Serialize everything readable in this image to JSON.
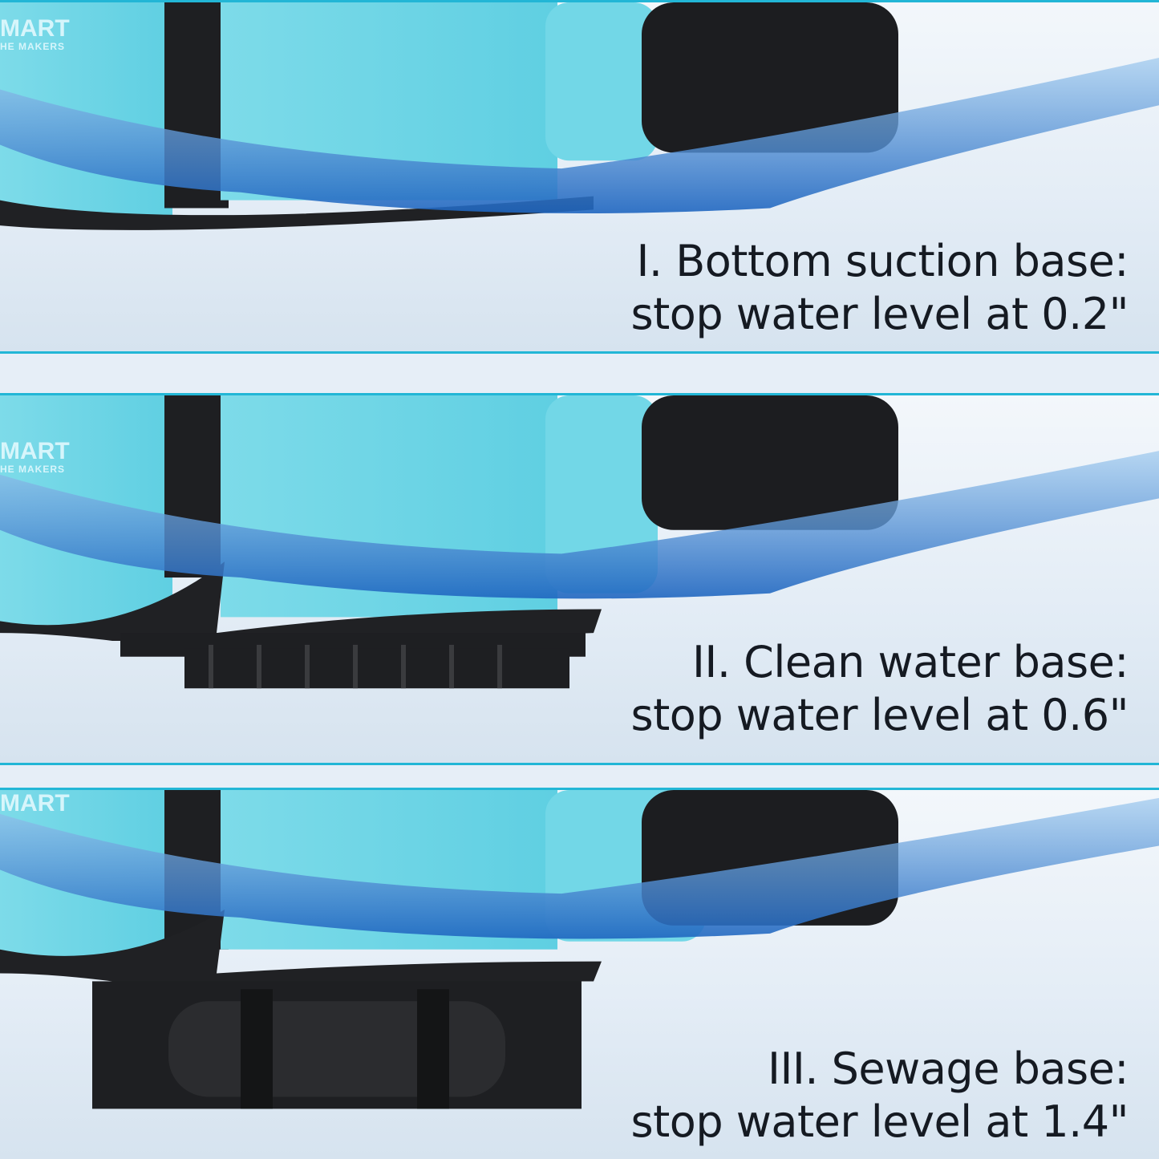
{
  "logo": {
    "line1": "MART",
    "line2": "HE MAKERS"
  },
  "panels": [
    {
      "caption_line1": "I. Bottom suction base:",
      "caption_line2": "stop water level at 0.2\"",
      "base": "suction"
    },
    {
      "caption_line1": "II. Clean water base:",
      "caption_line2": "stop water level at 0.6\"",
      "base": "clean"
    },
    {
      "caption_line1": "III. Sewage base:",
      "caption_line2": "stop water level at 1.4\"",
      "base": "sewage"
    }
  ],
  "colors": {
    "accent": "#22b6d6",
    "pump_body": "#6fd6e6",
    "water": "#2f7fd0"
  }
}
